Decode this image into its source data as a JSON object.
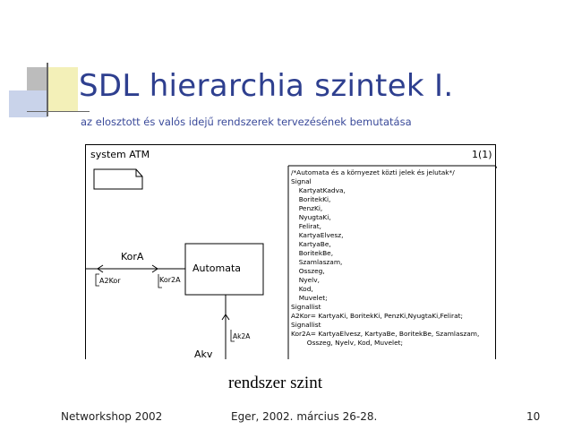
{
  "slide": {
    "title": "SDL hierarchia szintek I.",
    "subtitle": "az elosztott és valós idejű rendszerek tervezésének bemutatása",
    "caption": "rendszer szint"
  },
  "diagram": {
    "system_label": "system ATM",
    "page_label": "1(1)",
    "block_label": "Automata",
    "channel_kor": "KorA",
    "channel_akv": "Akv",
    "signallist_a2kor": "A2Kor",
    "signallist_kor2a": "Kor2A",
    "signallist_ak2a": "Ak2A",
    "text_lines": [
      "/*Automata és a környezet közti jelek és jelutak*/",
      "Signal",
      "  KartyatKadva,",
      "  BoritekKi,",
      "  PenzKi,",
      "  NyugtaKi,",
      "  Felirat,",
      "  KartyaElvesz,",
      "  KartyaBe,",
      "  BoritekBe,",
      "  Szamlaszam,",
      "  Osszeg,",
      "  Nyelv,",
      "  Kod,",
      "  Muvelet;",
      "Signallist",
      "A2Kor= KartyaKi, BoritekKi, PenzKi,NyugtaKi,Felirat;",
      "Signallist",
      "Kor2A= KartyaElvesz, KartyaBe, BoritekBe, Szamlaszam,",
      "     Osszeg, Nyelv, Kod, Muvelet;"
    ]
  },
  "footer": {
    "left": "Networkshop 2002",
    "center": "Eger, 2002. március 26-28.",
    "right": "10"
  },
  "colors": {
    "title": "#2e3f8f",
    "accent_yellow": "#f3f0b8",
    "accent_blue": "#c9d3ea",
    "accent_gray": "#b8b8b8"
  }
}
